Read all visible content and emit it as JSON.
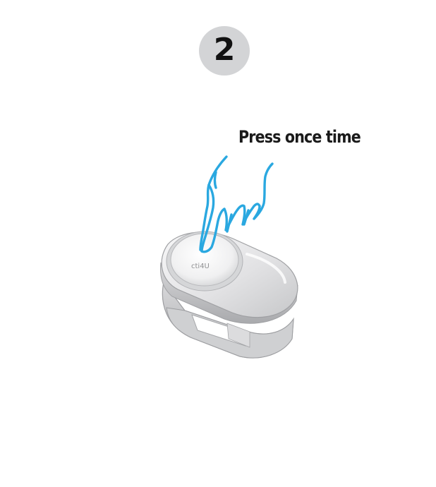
{
  "step": {
    "number": "2"
  },
  "instruction": {
    "text": "Press once time"
  },
  "device": {
    "logo_text": "cti4U"
  },
  "colors": {
    "badge": "#d3d4d6",
    "finger_outline": "#2aa8e0",
    "device_body": "#e7e7e8"
  },
  "icons": {
    "pointing_hand": "pointing-hand-icon",
    "device": "button-device-icon"
  }
}
